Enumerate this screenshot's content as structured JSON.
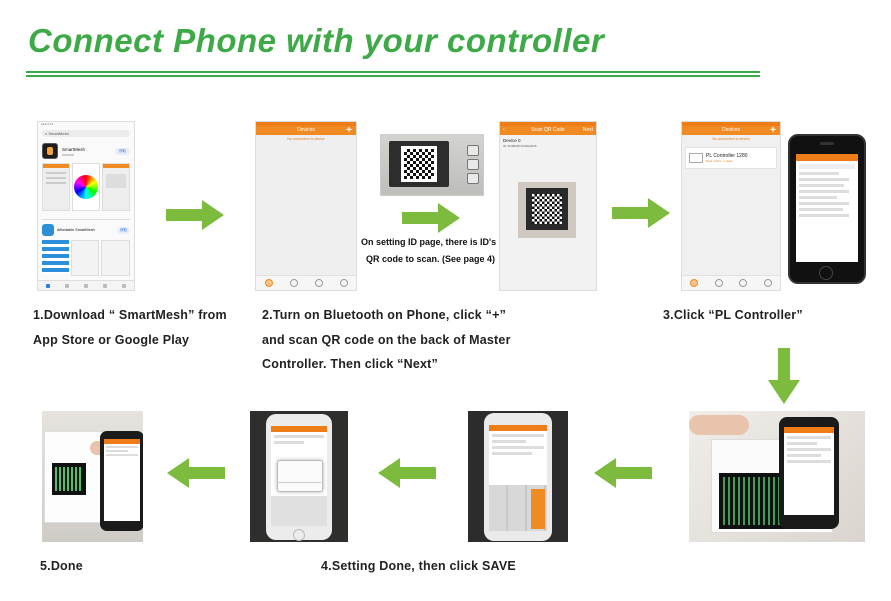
{
  "title": "Connect Phone with your controller",
  "colors": {
    "accent_green": "#3daa47",
    "arrow_green": "#7dbb3e",
    "app_orange": "#f08a22"
  },
  "app_store": {
    "search": "SmartMesh",
    "app_name": "SmartMesh",
    "get_label": "获取",
    "second_app": "Affordable SmartMesh"
  },
  "devices_screen": {
    "title": "Devices",
    "add": "+",
    "warning": "No connection to device"
  },
  "qr_screen": {
    "title": "Scan QR Code",
    "next": "Next",
    "device": "Device 0",
    "id": "ID: 6D3B09F4A53E4D66"
  },
  "controller_screen": {
    "title": "Devices",
    "warning": "No connection to device",
    "device_name": "PL Controller 1280",
    "device_status": "Now: online, 1 node"
  },
  "scan_note": {
    "line1": "On setting ID page, there is ID's",
    "line2": "QR code to scan. (See page 4)"
  },
  "steps": {
    "s1_line1": "1.Download “ SmartMesh” from",
    "s1_line2": "App Store or Google Play",
    "s2_line1": "2.Turn on Bluetooth on Phone, click “+”",
    "s2_line2": "and scan QR code on the back of Master",
    "s2_line3": "Controller. Then click “Next”",
    "s3": "3.Click “PL Controller”",
    "s4": "4.Setting Done, then click SAVE",
    "s5": "5.Done"
  },
  "icons": [
    "arrow-right-icon",
    "arrow-down-icon",
    "arrow-left-icon",
    "settings-icon",
    "home-icon",
    "clock-icon",
    "gear-icon",
    "search-icon"
  ]
}
